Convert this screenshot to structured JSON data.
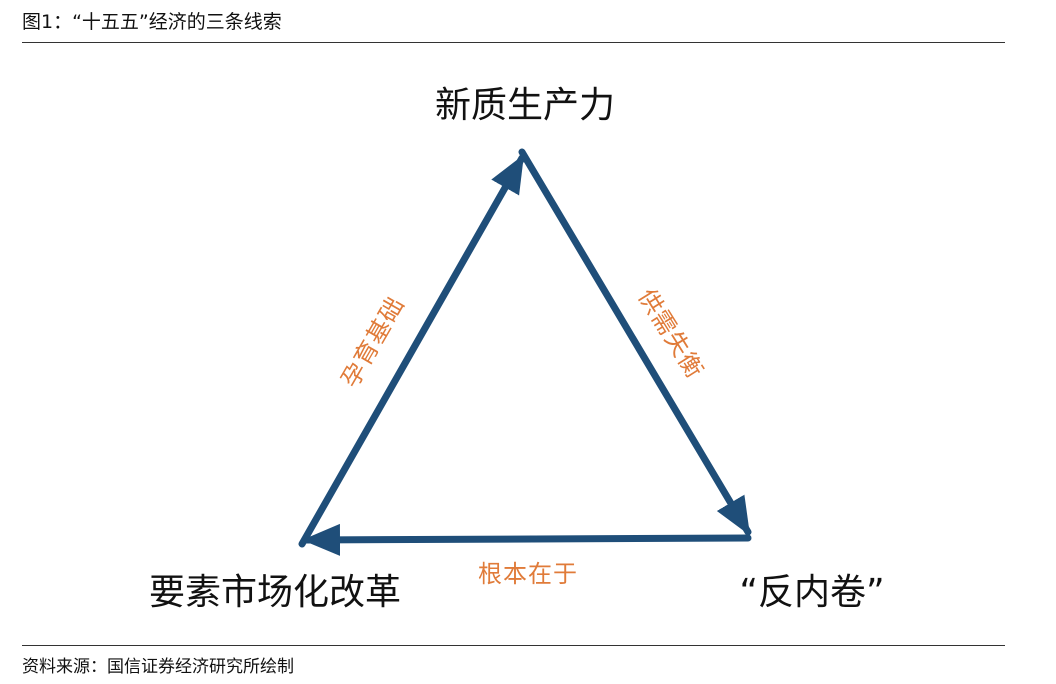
{
  "figure": {
    "title": "图1：“十五五”经济的三条线索",
    "source": "资料来源：国信证券经济研究所绘制"
  },
  "diagram": {
    "nodes": {
      "top": "新质生产力",
      "bottom_left": "要素市场化改革",
      "bottom_right": "“反内卷”"
    },
    "edges": {
      "left": "孕育基础",
      "right": "供需失衡",
      "bottom": "根本在于"
    },
    "colors": {
      "triangle": "#1f4e79",
      "edge_label": "#e07b39",
      "text": "#111111"
    }
  }
}
